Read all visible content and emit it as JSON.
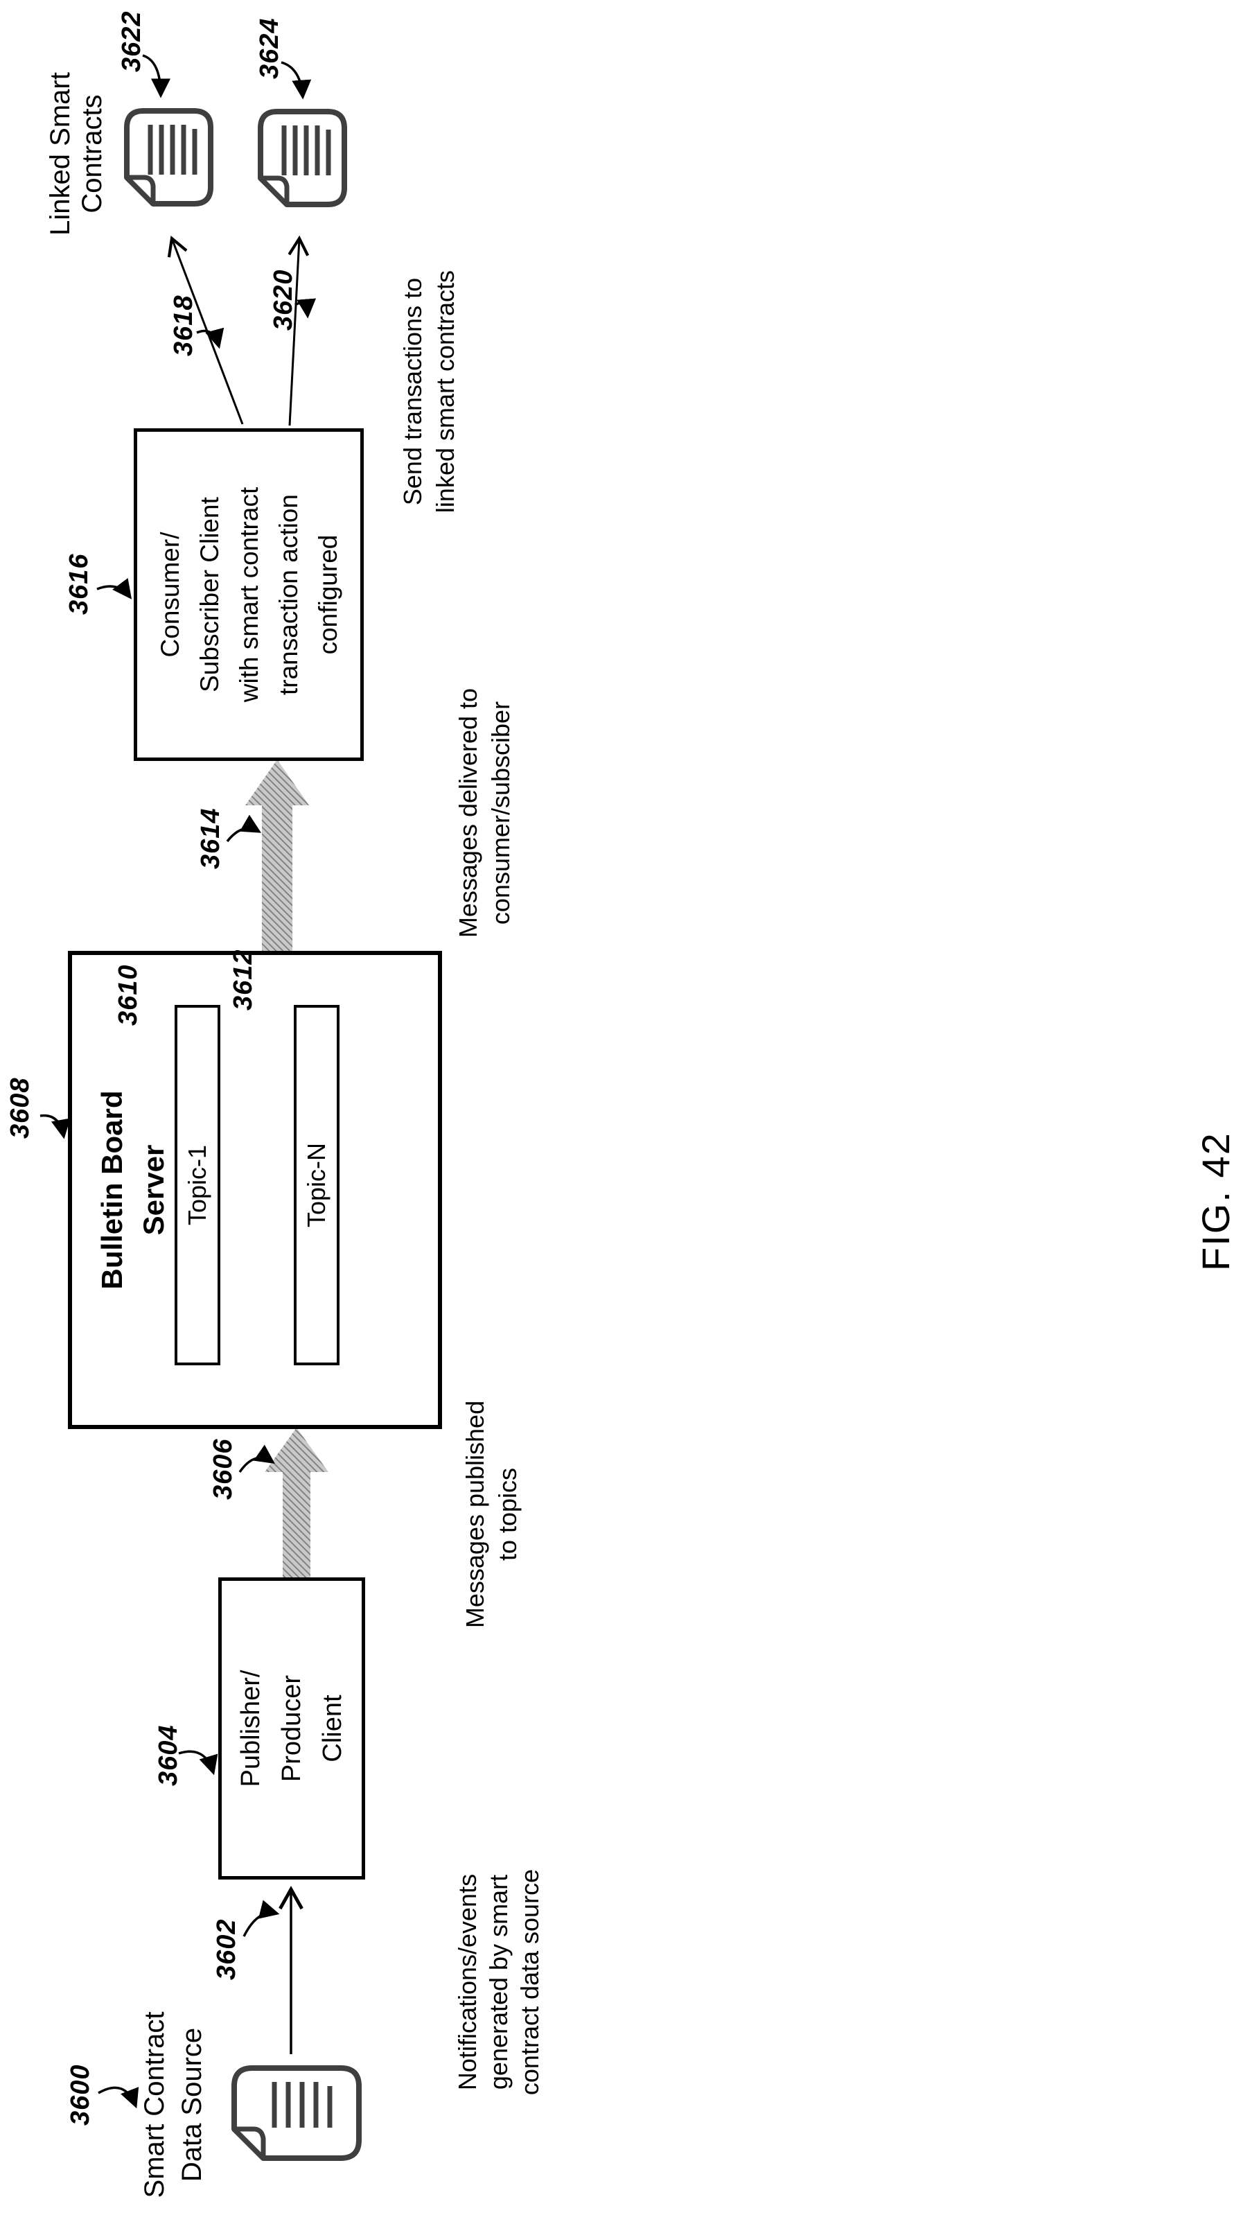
{
  "figure": {
    "caption": "FIG. 42"
  },
  "colors": {
    "ink": "#000000",
    "doc_stroke": "#3f3f3f",
    "hatch_dark": "#7a7a7a",
    "hatch_light": "#c9c9c9"
  },
  "nodes": {
    "data_source": {
      "ref": "3600",
      "label_lines": [
        "Smart Contract",
        "Data Source"
      ]
    },
    "publisher": {
      "ref": "3604",
      "label_lines": [
        "Publisher/",
        "Producer",
        "Client"
      ]
    },
    "bulletin": {
      "ref": "3608",
      "title_lines": [
        "Bulletin Board",
        "Server"
      ],
      "topics": [
        {
          "ref": "3610",
          "label": "Topic-1"
        },
        {
          "ref": "3612",
          "label": "Topic-N"
        }
      ]
    },
    "consumer": {
      "ref": "3616",
      "label_lines": [
        "Consumer/",
        "Subscriber Client",
        "with smart contract",
        "transaction action",
        "configured"
      ]
    },
    "linked_contracts": {
      "heading_lines": [
        "Linked Smart",
        "Contracts"
      ],
      "docs": [
        {
          "ref": "3622"
        },
        {
          "ref": "3624"
        }
      ]
    }
  },
  "edges": {
    "notifications": {
      "ref": "3602",
      "caption_lines": [
        "Notifications/events",
        "generated by smart",
        "contract data source"
      ]
    },
    "publish": {
      "ref": "3606",
      "caption_lines": [
        "Messages published",
        "to topics"
      ]
    },
    "deliver": {
      "ref": "3614",
      "caption_lines": [
        "Messages delivered to",
        "consumer/subsciber"
      ]
    },
    "send_tx": {
      "ref_upper": "3618",
      "ref_lower": "3620",
      "caption_lines": [
        "Send transactions to",
        "linked smart contracts"
      ]
    }
  }
}
